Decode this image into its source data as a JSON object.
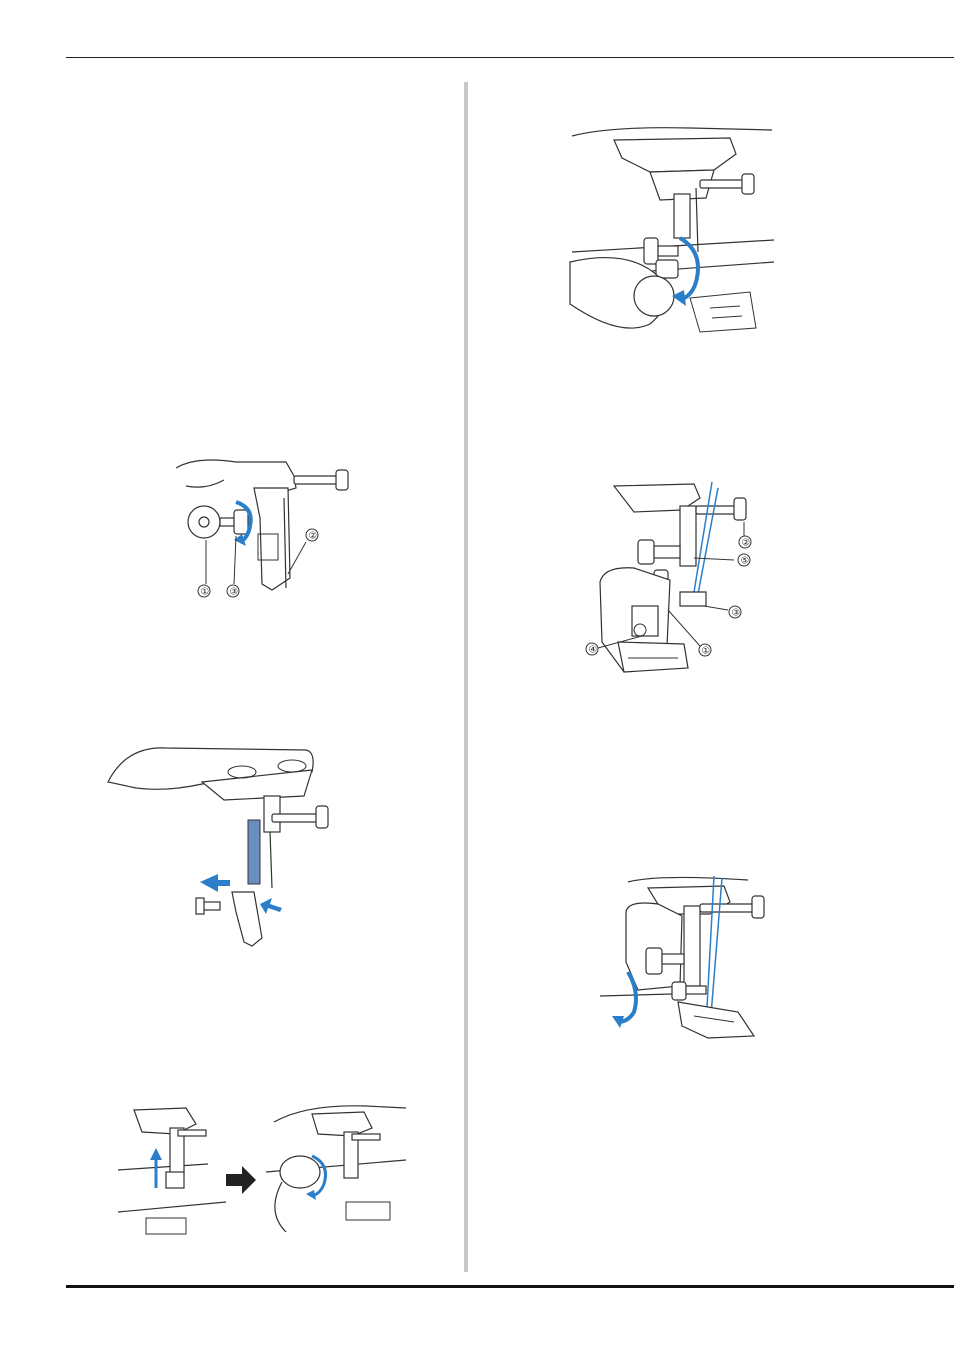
{
  "figures": {
    "remove_foot": {
      "callouts": [
        "①",
        "②",
        "③"
      ]
    },
    "replace_presser": {},
    "lift_holder": {},
    "tighten_screw": {},
    "walking_foot": {
      "callouts": [
        "①",
        "②",
        "③",
        "④",
        "⑤"
      ]
    },
    "tighten_walking_foot": {}
  },
  "colors": {
    "accent_blue": "#2b7fc9",
    "divider_gray": "#c8c8c8"
  }
}
